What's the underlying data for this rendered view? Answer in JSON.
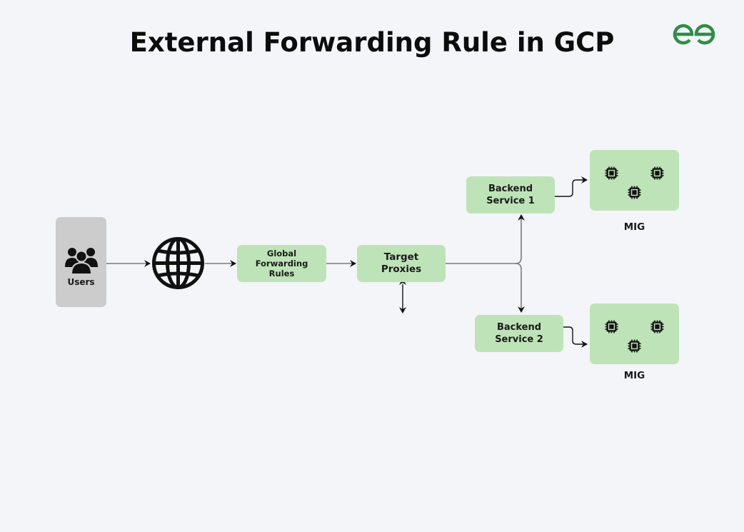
{
  "title": "External Forwarding Rule in GCP",
  "brand": {
    "logo_icon": "geeksforgeeks-logo-icon",
    "color": "#2f8d46"
  },
  "colors": {
    "background": "#f3f5f8",
    "node_fill": "#bfe3b8",
    "users_fill": "#cccccc",
    "connector": "#7a7a7a"
  },
  "nodes": {
    "users": {
      "label": "Users",
      "icon": "users-group-icon"
    },
    "internet": {
      "icon": "globe-icon"
    },
    "global_forwarding_rules": {
      "line1": "Global",
      "line2": "Forwarding",
      "line3": "Rules"
    },
    "target_proxies": {
      "line1": "Target",
      "line2": "Proxies"
    },
    "backend_service_1": {
      "line1": "Backend",
      "line2": "Service 1"
    },
    "backend_service_2": {
      "line1": "Backend",
      "line2": "Service 2"
    },
    "mig_1": {
      "label": "MIG",
      "icon": "cpu-chip-icon",
      "instances": 3
    },
    "mig_2": {
      "label": "MIG",
      "icon": "cpu-chip-icon",
      "instances": 3
    }
  },
  "edges": [
    {
      "from": "Users",
      "to": "Internet"
    },
    {
      "from": "Internet",
      "to": "Global Forwarding Rules"
    },
    {
      "from": "Global Forwarding Rules",
      "to": "Target Proxies"
    },
    {
      "from": "Target Proxies",
      "to": "Backend Service 1"
    },
    {
      "from": "Target Proxies",
      "to": "Backend Service 2"
    },
    {
      "from": "Target Proxies",
      "to": "(bidirectional, unlabeled)"
    },
    {
      "from": "Backend Service 1",
      "to": "MIG"
    },
    {
      "from": "Backend Service 2",
      "to": "MIG"
    }
  ]
}
